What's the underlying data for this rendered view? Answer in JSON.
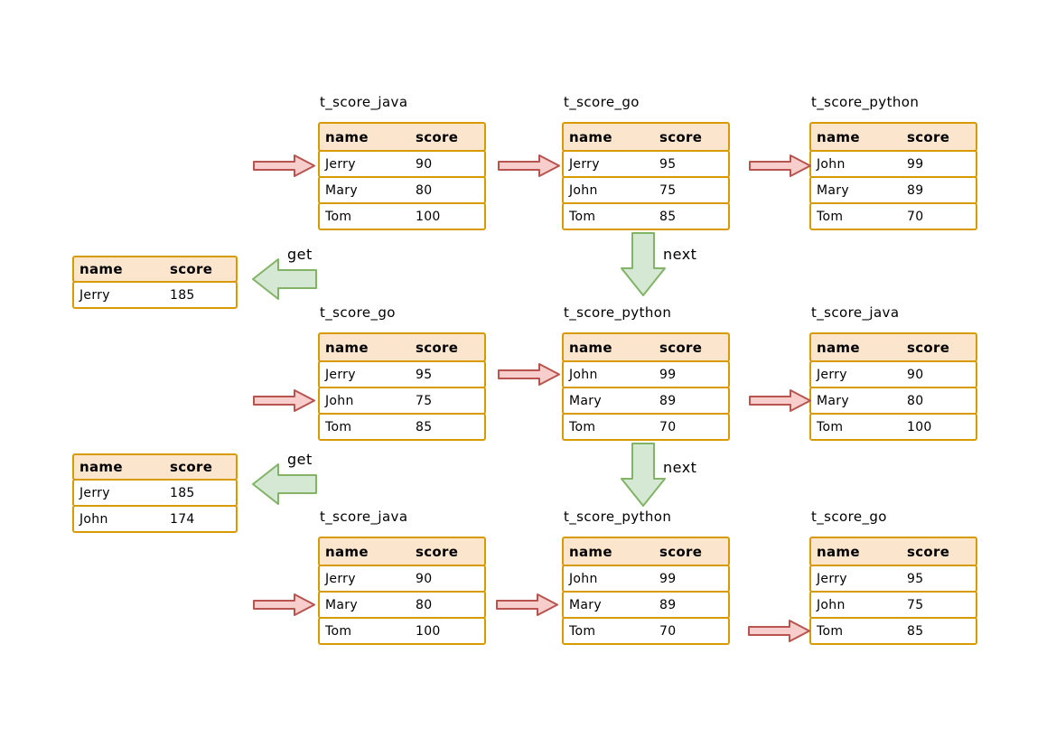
{
  "labels": {
    "get": "get",
    "next": "next"
  },
  "columns": {
    "name": "name",
    "score": "score"
  },
  "colors": {
    "table_border": "#d79b00",
    "header_fill": "#fce5cd",
    "pointer_arrow_fill": "#f8cecc",
    "pointer_arrow_stroke": "#b85450",
    "flow_arrow_fill": "#d5e8d4",
    "flow_arrow_stroke": "#82b366",
    "text": "#000000",
    "background": "#ffffff"
  },
  "tables": {
    "s1_java": {
      "title": "t_score_java",
      "pointer_row": 0,
      "rows": [
        [
          "Jerry",
          "90"
        ],
        [
          "Mary",
          "80"
        ],
        [
          "Tom",
          "100"
        ]
      ]
    },
    "s1_go": {
      "title": "t_score_go",
      "pointer_row": 0,
      "rows": [
        [
          "Jerry",
          "95"
        ],
        [
          "John",
          "75"
        ],
        [
          "Tom",
          "85"
        ]
      ]
    },
    "s1_python": {
      "title": "t_score_python",
      "pointer_row": 0,
      "rows": [
        [
          "John",
          "99"
        ],
        [
          "Mary",
          "89"
        ],
        [
          "Tom",
          "70"
        ]
      ]
    },
    "s2_go": {
      "title": "t_score_go",
      "pointer_row": 1,
      "rows": [
        [
          "Jerry",
          "95"
        ],
        [
          "John",
          "75"
        ],
        [
          "Tom",
          "85"
        ]
      ]
    },
    "s2_python": {
      "title": "t_score_python",
      "pointer_row": 0,
      "rows": [
        [
          "John",
          "99"
        ],
        [
          "Mary",
          "89"
        ],
        [
          "Tom",
          "70"
        ]
      ]
    },
    "s2_java": {
      "title": "t_score_java",
      "pointer_row": 1,
      "rows": [
        [
          "Jerry",
          "90"
        ],
        [
          "Mary",
          "80"
        ],
        [
          "Tom",
          "100"
        ]
      ]
    },
    "s3_java": {
      "title": "t_score_java",
      "pointer_row": 1,
      "rows": [
        [
          "Jerry",
          "90"
        ],
        [
          "Mary",
          "80"
        ],
        [
          "Tom",
          "100"
        ]
      ]
    },
    "s3_python": {
      "title": "t_score_python",
      "pointer_row": 1,
      "rows": [
        [
          "John",
          "99"
        ],
        [
          "Mary",
          "89"
        ],
        [
          "Tom",
          "70"
        ]
      ]
    },
    "s3_go": {
      "title": "t_score_go",
      "pointer_row": 2,
      "rows": [
        [
          "Jerry",
          "95"
        ],
        [
          "John",
          "75"
        ],
        [
          "Tom",
          "85"
        ]
      ]
    },
    "result1": {
      "rows": [
        [
          "Jerry",
          "185"
        ]
      ]
    },
    "result2": {
      "rows": [
        [
          "Jerry",
          "185"
        ],
        [
          "John",
          "174"
        ]
      ]
    }
  }
}
